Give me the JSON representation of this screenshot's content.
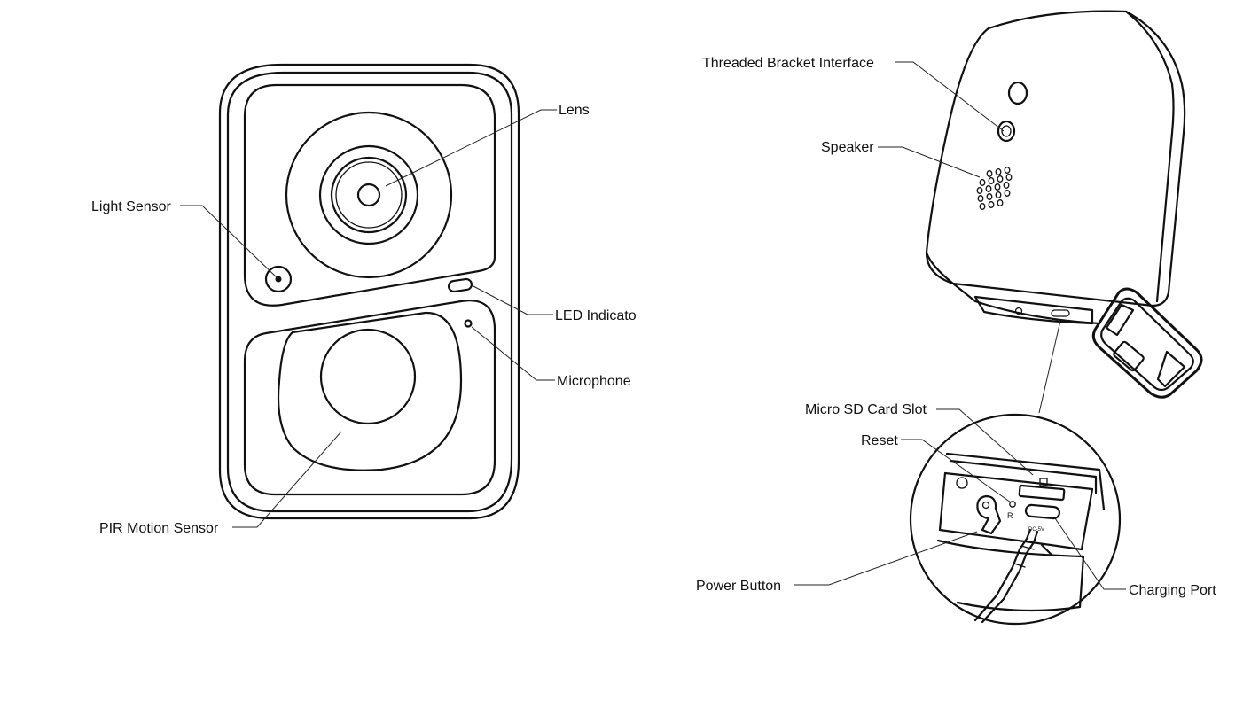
{
  "front_view": {
    "labels": {
      "lens": "Lens",
      "light_sensor": "Light Sensor",
      "led_indicator": "LED Indicato",
      "microphone": "Microphone",
      "pir_motion_sensor": "PIR Motion Sensor"
    }
  },
  "side_view": {
    "labels": {
      "threaded_bracket_interface": "Threaded Bracket Interface",
      "speaker": "Speaker",
      "micro_sd_card_slot": "Micro SD Card Slot",
      "reset": "Reset",
      "power_button": "Power Button",
      "charging_port": "Charging Port"
    },
    "port_marks": {
      "reset_mark": "R",
      "charging_mark": "DC-5V"
    }
  }
}
